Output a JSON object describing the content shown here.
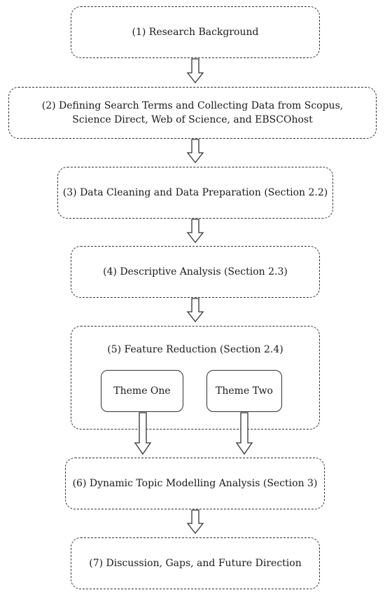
{
  "steps": [
    {
      "id": "s1",
      "label": "(1) Research Background"
    },
    {
      "id": "s2",
      "label": "(2) Defining Search Terms and Collecting Data from Scopus, Science Direct, Web of Science, and EBSCOhost"
    },
    {
      "id": "s3",
      "label": "(3) Data Cleaning and Data Preparation (Section 2.2)"
    },
    {
      "id": "s4",
      "label": "(4) Descriptive Analysis (Section 2.3)"
    },
    {
      "id": "s5",
      "label": "(5) Feature Reduction (Section 2.4)"
    },
    {
      "id": "s6",
      "label": "(6) Dynamic Topic Modelling Analysis (Section 3)"
    },
    {
      "id": "s7",
      "label": "(7) Discussion, Gaps, and Future Direction"
    }
  ],
  "themes": [
    {
      "id": "t1",
      "label": "Theme One"
    },
    {
      "id": "t2",
      "label": "Theme Two"
    }
  ],
  "connections": [
    {
      "from": "s1",
      "to": "s2"
    },
    {
      "from": "s2",
      "to": "s3"
    },
    {
      "from": "s3",
      "to": "s4"
    },
    {
      "from": "s4",
      "to": "s5"
    },
    {
      "from": "t1",
      "to": "s6"
    },
    {
      "from": "t2",
      "to": "s6"
    },
    {
      "from": "s6",
      "to": "s7"
    }
  ]
}
